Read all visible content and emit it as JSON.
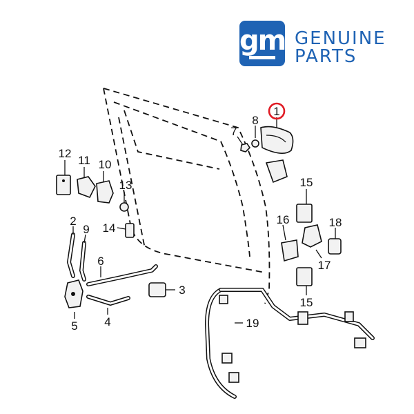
{
  "logo": {
    "mark": "gm",
    "line1": "GENUINE",
    "line2": "PARTS",
    "brand_color": "#1f63b4"
  },
  "highlight_color": "#e01b24",
  "callouts": {
    "c1": "1",
    "c2": "2",
    "c3": "3",
    "c4": "4",
    "c5": "5",
    "c6": "6",
    "c7": "7",
    "c8": "8",
    "c9": "9",
    "c10": "10",
    "c11": "11",
    "c12": "12",
    "c13": "13",
    "c14": "14",
    "c15a": "15",
    "c15b": "15",
    "c16": "16",
    "c17": "17",
    "c18": "18",
    "c19": "19"
  }
}
